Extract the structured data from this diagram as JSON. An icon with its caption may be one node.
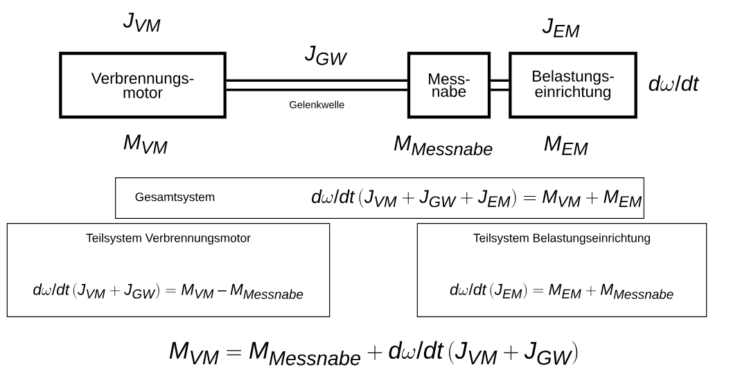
{
  "diagram": {
    "nodes": [
      {
        "text": [
          "Verbrennungs- motor"
        ]
      },
      {
        "text": [
          "Mess- nabe"
        ]
      },
      {
        "text": [
          "Belastungs- einrichtung"
        ]
      },
      {
        "text": [
          "Gesamtsystem",
          "d\\omega/dt\\left(J_{VM}+J_{GW}+J_{EM}\\right)=M_{VM}+M_{EM}"
        ]
      },
      {
        "text": [
          "Teilsystem Verbrennungsmotor",
          "d\\omega/dt\\left(J_{VM}+J_{GW}\\right)=M_{VM}-M_{Messnabe}"
        ]
      },
      {
        "text": [
          "Teilsystem Belastungseinrichtung",
          "d\\omega/dt\\left(J_{EM}\\right)=M_{EM}+M_{Messnabe}"
        ]
      }
    ],
    "edges": [
      {
        "from": 0,
        "to": 1,
        "arrow": "none",
        "label": "Gelenkwelle"
      },
      {
        "from": 1,
        "to": 2,
        "arrow": "none"
      }
    ],
    "labels": [
      "J_{VM}",
      "J_{GW}",
      "J_{EM}",
      "d\\omega/dt",
      "M_{VM}",
      "M_{Messnabe}",
      "M_{EM}",
      "M_{VM}=M_{Messnabe}+d\\omega/dt\\left(J_{VM}+J_{GW}\\right)"
    ]
  }
}
